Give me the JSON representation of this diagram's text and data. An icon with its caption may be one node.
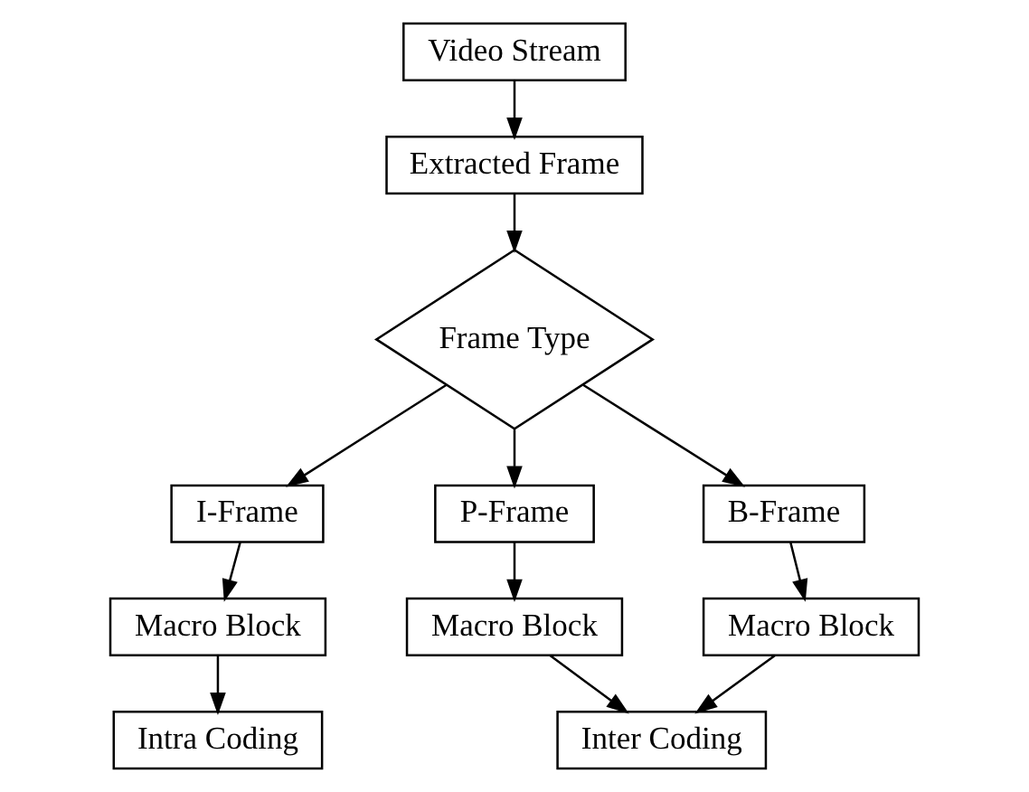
{
  "diagram": {
    "nodes": [
      {
        "text": [
          "Video Stream"
        ]
      },
      {
        "text": [
          "Extracted Frame"
        ]
      },
      {
        "text": [
          "Frame Type"
        ]
      },
      {
        "text": [
          "I-Frame"
        ]
      },
      {
        "text": [
          "P-Frame"
        ]
      },
      {
        "text": [
          "B-Frame"
        ]
      },
      {
        "text": [
          "Macro Block"
        ]
      },
      {
        "text": [
          "Macro Block"
        ]
      },
      {
        "text": [
          "Macro Block"
        ]
      },
      {
        "text": [
          "Intra Coding"
        ]
      },
      {
        "text": [
          "Inter Coding"
        ]
      }
    ],
    "edges": [
      {
        "from": 0,
        "to": 1,
        "arrow": "to"
      },
      {
        "from": 1,
        "to": 2,
        "arrow": "to"
      },
      {
        "from": 2,
        "to": 3,
        "arrow": "to"
      },
      {
        "from": 2,
        "to": 4,
        "arrow": "to"
      },
      {
        "from": 2,
        "to": 5,
        "arrow": "to"
      },
      {
        "from": 3,
        "to": 6,
        "arrow": "to"
      },
      {
        "from": 4,
        "to": 7,
        "arrow": "to"
      },
      {
        "from": 5,
        "to": 8,
        "arrow": "to"
      },
      {
        "from": 6,
        "to": 9,
        "arrow": "to"
      },
      {
        "from": 7,
        "to": 10,
        "arrow": "to"
      },
      {
        "from": 8,
        "to": 10,
        "arrow": "to"
      }
    ]
  }
}
